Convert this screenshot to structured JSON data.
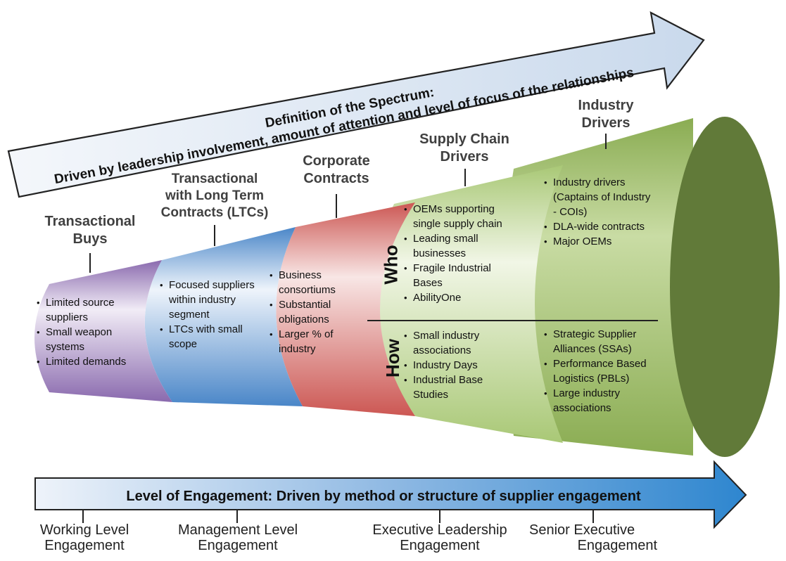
{
  "top_arrow": {
    "line1": "Definition of the Spectrum:",
    "line2": "Driven by leadership involvement, amount of attention and level of focus of the relationships"
  },
  "bottom_arrow": {
    "label": "Level of Engagement: Driven by method or structure of supplier engagement"
  },
  "stages": [
    {
      "title": [
        "Transactional",
        "Buys"
      ],
      "bullets": [
        "Limited source suppliers",
        "Small weapon systems",
        "Limited demands"
      ],
      "color": "#9b7fb8"
    },
    {
      "title": [
        "Transactional",
        "with Long Term",
        "Contracts (LTCs)"
      ],
      "bullets": [
        "Focused suppliers within industry segment",
        "LTCs with small scope"
      ],
      "color": "#5b92cf"
    },
    {
      "title": [
        "Corporate",
        "Contracts"
      ],
      "bullets": [
        "Business consortiums",
        "Substantial obligations",
        "Larger % of industry"
      ],
      "color": "#d46a66"
    },
    {
      "title": [
        "Supply Chain",
        "Drivers"
      ],
      "who_bullets": [
        "OEMs supporting single supply chain",
        "Leading small businesses",
        "Fragile Industrial Bases",
        "AbilityOne"
      ],
      "how_bullets": [
        "Small industry associations",
        "Industry Days",
        "Industrial Base Studies"
      ],
      "color": "#b8d28a"
    },
    {
      "title": [
        "Industry",
        "Drivers"
      ],
      "who_bullets": [
        "Industry drivers (Captains of Industry - COIs)",
        "DLA-wide contracts",
        "Major OEMs"
      ],
      "how_bullets": [
        "Strategic Supplier Alliances (SSAs)",
        "Performance Based Logistics (PBLs)",
        "Large industry associations"
      ],
      "color": "#8aac52"
    }
  ],
  "who_label": "Who",
  "how_label": "How",
  "engagement_levels": [
    [
      "Working Level",
      "Engagement"
    ],
    [
      "Management Level",
      "Engagement"
    ],
    [
      "Executive Leadership",
      "Engagement"
    ],
    [
      "Senior Executive",
      "Engagement"
    ]
  ]
}
